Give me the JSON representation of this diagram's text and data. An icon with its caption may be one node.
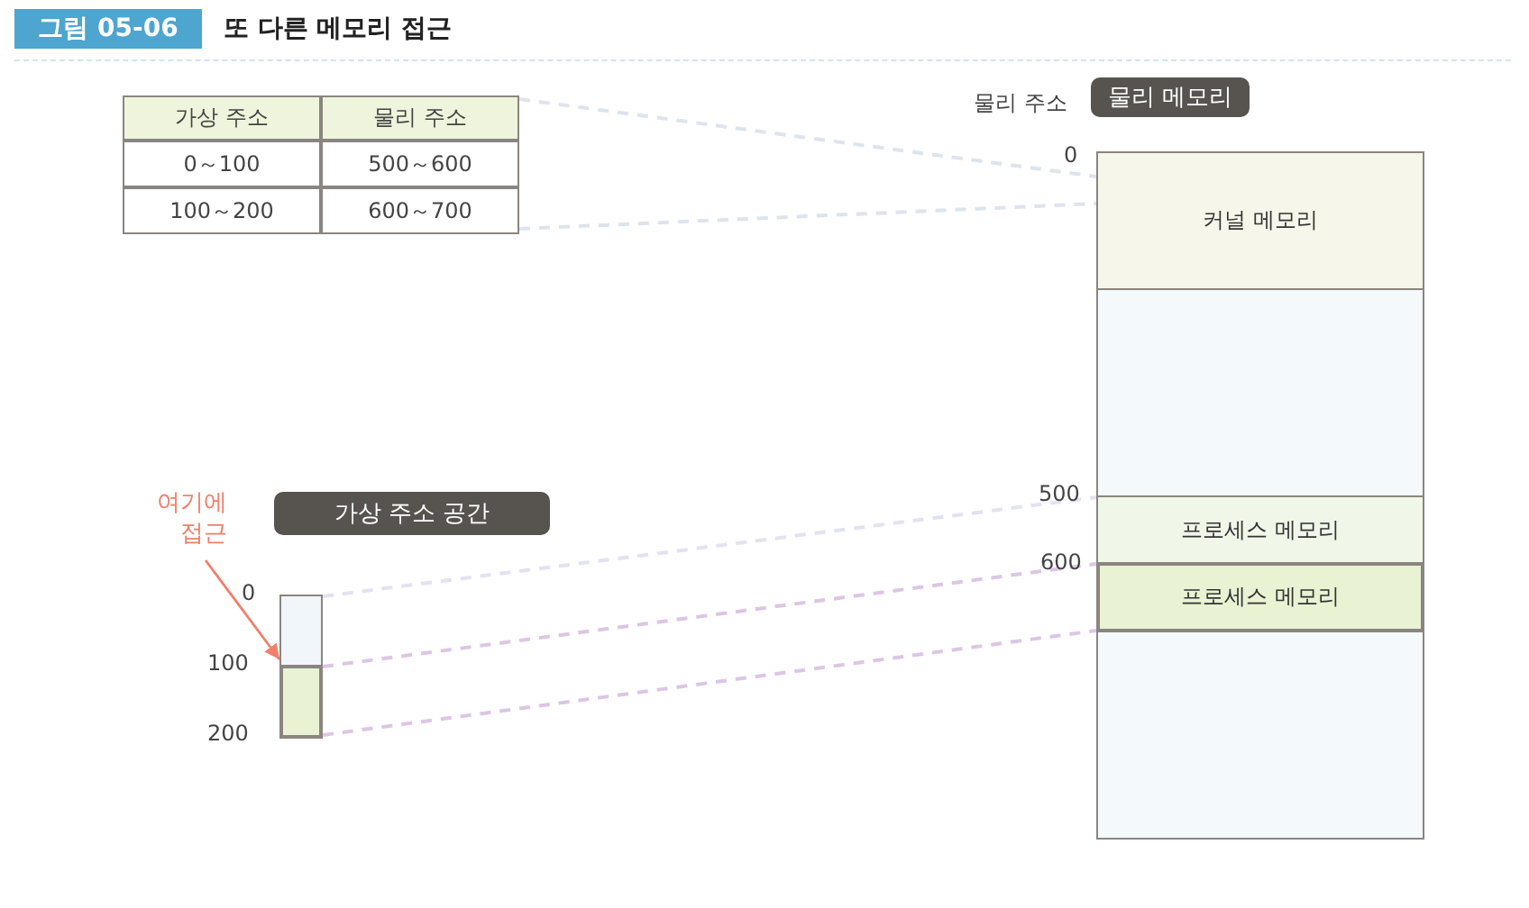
{
  "diagram": {
    "title": "또 다른 메모리 접근",
    "nodes": [
      {
        "text": [],
        "shape": "table"
      },
      {
        "text": [
          "물리 메모리"
        ]
      },
      {
        "text": [
          "커널 메모리"
        ],
        "in": 1
      },
      {
        "text": [],
        "shape": "box",
        "in": 1
      },
      {
        "text": [
          "프로세스 메모리"
        ],
        "in": 1
      },
      {
        "text": [
          "프로세스 메모리"
        ],
        "in": 1
      },
      {
        "text": [],
        "shape": "box",
        "in": 1
      },
      {
        "text": [
          "가상 주소 공간"
        ]
      },
      {
        "text": [],
        "shape": "box",
        "in": 7
      },
      {
        "text": [],
        "shape": "box",
        "in": 7
      },
      {
        "text": [
          "여기에 접근"
        ]
      }
    ],
    "edges": [
      {
        "from": 0,
        "to": 2,
        "arrow": "none",
        "style": "dashed",
        "color": "#dde4ec"
      },
      {
        "from": 0,
        "to": 2,
        "arrow": "none",
        "style": "dashed",
        "color": "#dde4ec"
      },
      {
        "from": 8,
        "to": 4,
        "arrow": "none",
        "style": "dashed",
        "color": "#e2e2f0"
      },
      {
        "from": 9,
        "to": 5,
        "arrow": "none",
        "style": "dashed",
        "color": "#dcc6e4"
      },
      {
        "from": 9,
        "to": 5,
        "arrow": "none",
        "style": "dashed",
        "color": "#dcc6e4"
      },
      {
        "from": 10,
        "to": 9,
        "arrow": "to",
        "color": "#f07f6c"
      }
    ],
    "labels": [
      "그림 05-06",
      "가상 주소",
      "물리 주소",
      "0～100",
      "500～600",
      "100～200",
      "600～700",
      "물리 주소",
      "0",
      "500",
      "600",
      "0",
      "100",
      "200"
    ]
  }
}
